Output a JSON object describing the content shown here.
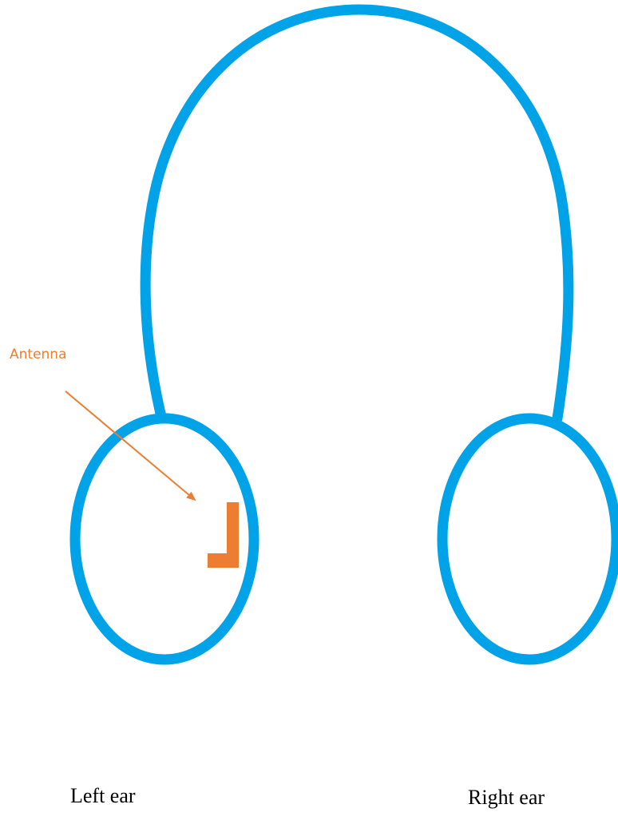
{
  "labels": {
    "antenna": "Antenna",
    "left_ear": "Left ear",
    "right_ear": "Right ear"
  },
  "colors": {
    "headphone_outline": "#00a2e8",
    "antenna": "#ed7d31",
    "annotation": "#ed7d31",
    "label_text": "#000000",
    "background": "#ffffff"
  }
}
